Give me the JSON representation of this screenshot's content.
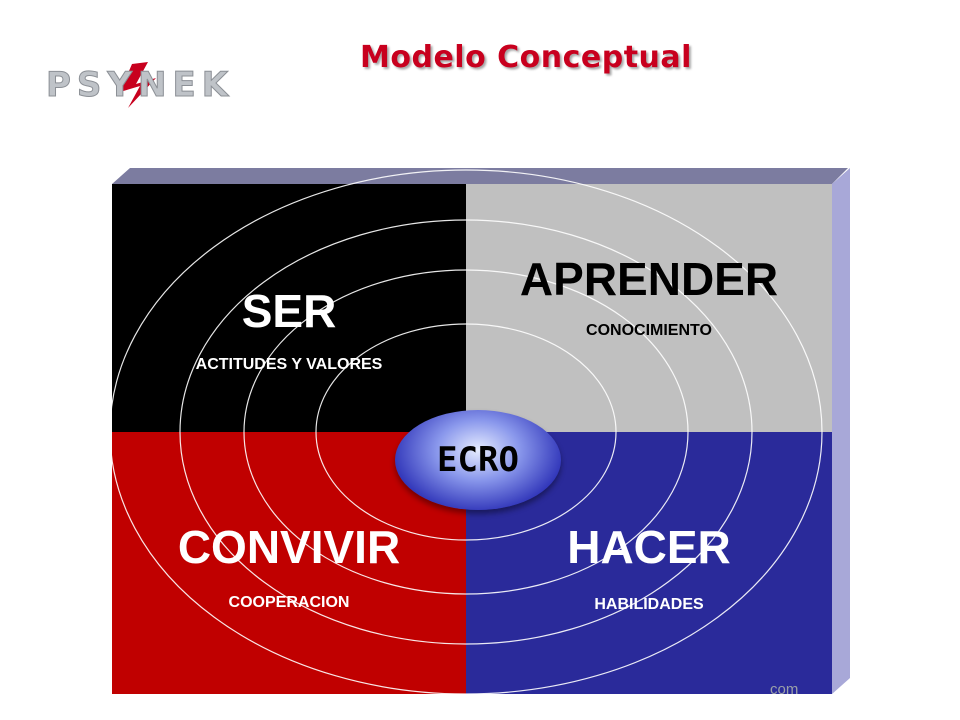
{
  "header": {
    "logo_text": "PSYNEK",
    "title": "Modelo Conceptual"
  },
  "quadrants": {
    "ser": {
      "title": "SER",
      "subtitle": "ACTITUDES Y VALORES"
    },
    "aprender": {
      "title": "APRENDER",
      "subtitle": "CONOCIMIENTO"
    },
    "convivir": {
      "title": "CONVIVIR",
      "subtitle": "COOPERACION"
    },
    "hacer": {
      "title": "HACER",
      "subtitle": "HABILIDADES"
    }
  },
  "center": {
    "label": "ECRO"
  },
  "footer": {
    "text": "com"
  },
  "colors": {
    "title_red": "#c8001e",
    "ser_bg": "#000000",
    "aprender_bg": "#c0c0c0",
    "convivir_bg": "#c00000",
    "hacer_bg": "#2a2a9a",
    "bevel": "#8a8aa8"
  }
}
